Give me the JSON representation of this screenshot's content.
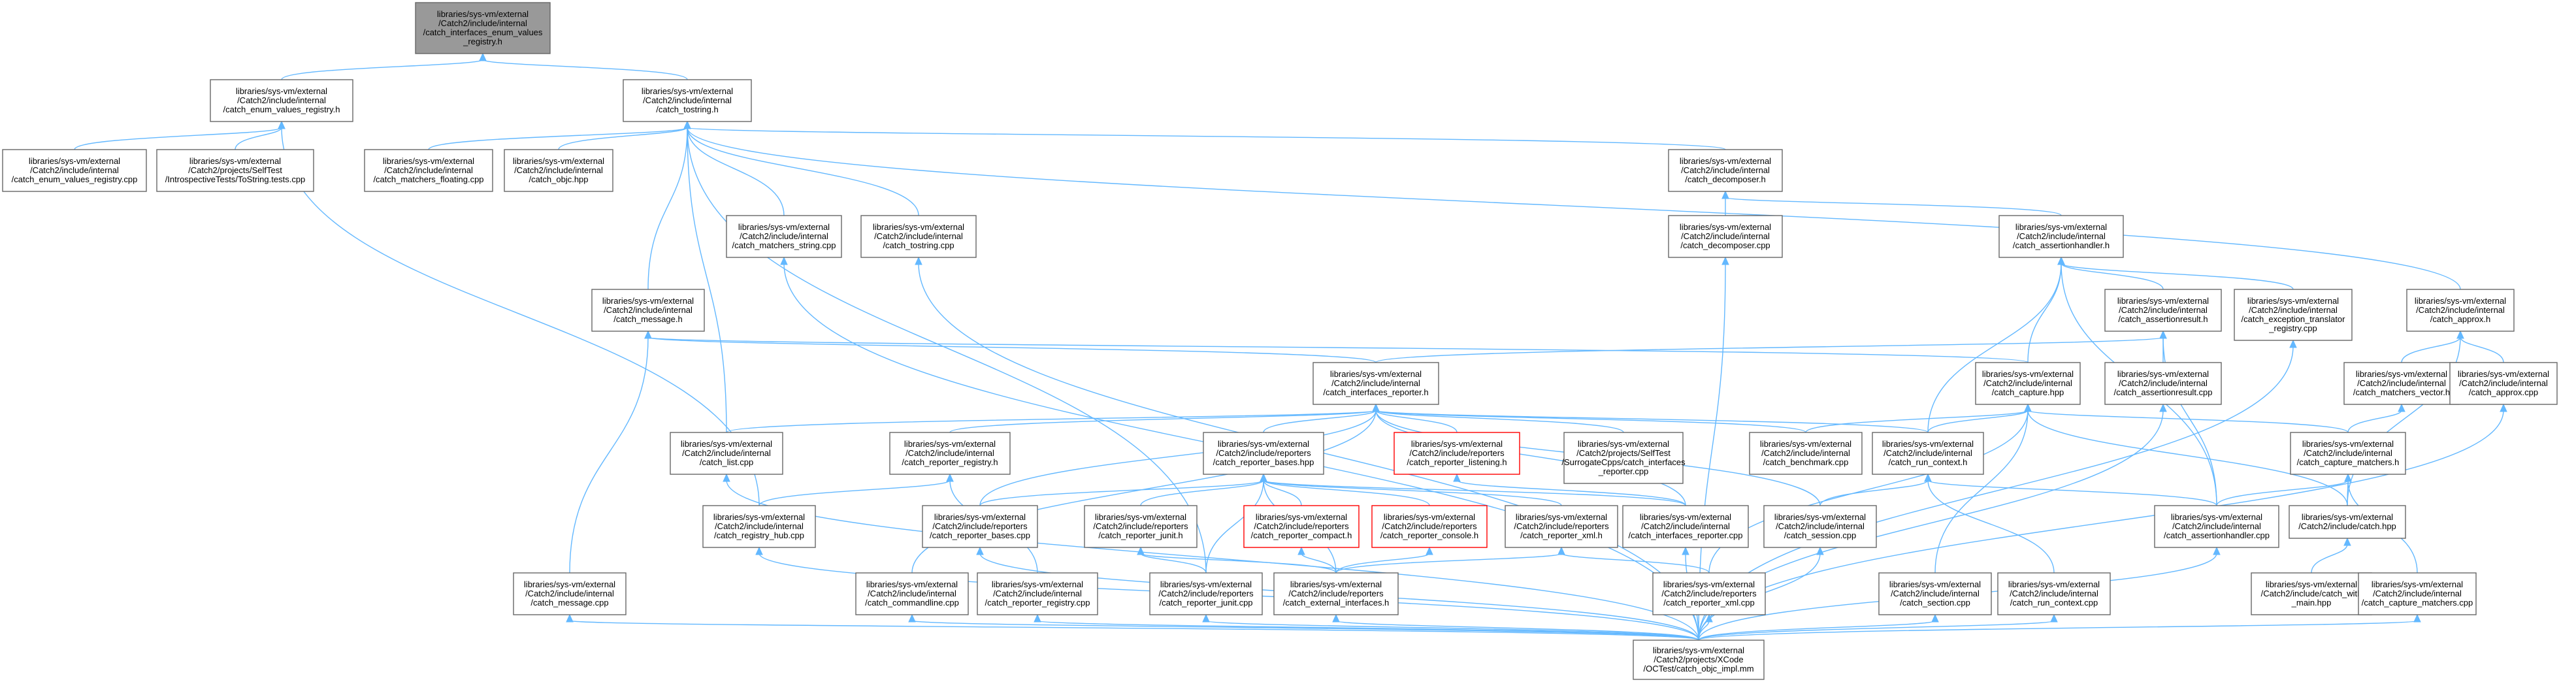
{
  "colors": {
    "edge": "#63b8ff",
    "root_fill": "#999999",
    "red_border": "#ff0000",
    "border": "#666666"
  },
  "nodes": [
    {
      "id": "root",
      "lines": [
        "libraries/sys-vm/external",
        "/Catch2/include/internal",
        "/catch_interfaces_enum_values",
        "_registry.h"
      ],
      "style": "root"
    },
    {
      "id": "evr_h",
      "lines": [
        "libraries/sys-vm/external",
        "/Catch2/include/internal",
        "/catch_enum_values_registry.h"
      ]
    },
    {
      "id": "tostring_h",
      "lines": [
        "libraries/sys-vm/external",
        "/Catch2/include/internal",
        "/catch_tostring.h"
      ]
    },
    {
      "id": "evr_cpp",
      "lines": [
        "libraries/sys-vm/external",
        "/Catch2/include/internal",
        "/catch_enum_values_registry.cpp"
      ]
    },
    {
      "id": "intro_tests",
      "lines": [
        "libraries/sys-vm/external",
        "/Catch2/projects/SelfTest",
        "/IntrospectiveTests/ToString.tests.cpp"
      ]
    },
    {
      "id": "matchers_floating",
      "lines": [
        "libraries/sys-vm/external",
        "/Catch2/include/internal",
        "/catch_matchers_floating.cpp"
      ]
    },
    {
      "id": "objc_hpp",
      "lines": [
        "libraries/sys-vm/external",
        "/Catch2/include/internal",
        "/catch_objc.hpp"
      ]
    },
    {
      "id": "decomposer_h",
      "lines": [
        "libraries/sys-vm/external",
        "/Catch2/include/internal",
        "/catch_decomposer.h"
      ]
    },
    {
      "id": "matchers_string",
      "lines": [
        "libraries/sys-vm/external",
        "/Catch2/include/internal",
        "/catch_matchers_string.cpp"
      ]
    },
    {
      "id": "tostring_cpp",
      "lines": [
        "libraries/sys-vm/external",
        "/Catch2/include/internal",
        "/catch_tostring.cpp"
      ]
    },
    {
      "id": "decomposer_cpp",
      "lines": [
        "libraries/sys-vm/external",
        "/Catch2/include/internal",
        "/catch_decomposer.cpp"
      ]
    },
    {
      "id": "assertionhandler_h",
      "lines": [
        "libraries/sys-vm/external",
        "/Catch2/include/internal",
        "/catch_assertionhandler.h"
      ]
    },
    {
      "id": "message_h",
      "lines": [
        "libraries/sys-vm/external",
        "/Catch2/include/internal",
        "/catch_message.h"
      ]
    },
    {
      "id": "assertionresult_h",
      "lines": [
        "libraries/sys-vm/external",
        "/Catch2/include/internal",
        "/catch_assertionresult.h"
      ]
    },
    {
      "id": "exception_translator",
      "lines": [
        "libraries/sys-vm/external",
        "/Catch2/include/internal",
        "/catch_exception_translator",
        "_registry.cpp"
      ]
    },
    {
      "id": "approx_h",
      "lines": [
        "libraries/sys-vm/external",
        "/Catch2/include/internal",
        "/catch_approx.h"
      ]
    },
    {
      "id": "interfaces_reporter_h",
      "lines": [
        "libraries/sys-vm/external",
        "/Catch2/include/internal",
        "/catch_interfaces_reporter.h"
      ]
    },
    {
      "id": "capture_hpp",
      "lines": [
        "libraries/sys-vm/external",
        "/Catch2/include/internal",
        "/catch_capture.hpp"
      ]
    },
    {
      "id": "assertionresult_cpp",
      "lines": [
        "libraries/sys-vm/external",
        "/Catch2/include/internal",
        "/catch_assertionresult.cpp"
      ]
    },
    {
      "id": "matchers_vector",
      "lines": [
        "libraries/sys-vm/external",
        "/Catch2/include/internal",
        "/catch_matchers_vector.h"
      ]
    },
    {
      "id": "approx_cpp",
      "lines": [
        "libraries/sys-vm/external",
        "/Catch2/include/internal",
        "/catch_approx.cpp"
      ]
    },
    {
      "id": "list_cpp",
      "lines": [
        "libraries/sys-vm/external",
        "/Catch2/include/internal",
        "/catch_list.cpp"
      ]
    },
    {
      "id": "reporter_registry_h",
      "lines": [
        "libraries/sys-vm/external",
        "/Catch2/include/internal",
        "/catch_reporter_registry.h"
      ]
    },
    {
      "id": "reporter_bases_hpp",
      "lines": [
        "libraries/sys-vm/external",
        "/Catch2/include/reporters",
        "/catch_reporter_bases.hpp"
      ]
    },
    {
      "id": "reporter_listening_h",
      "lines": [
        "libraries/sys-vm/external",
        "/Catch2/include/reporters",
        "/catch_reporter_listening.h"
      ],
      "style": "red"
    },
    {
      "id": "surrogate_cpps",
      "lines": [
        "libraries/sys-vm/external",
        "/Catch2/projects/SelfTest",
        "/SurrogateCpps/catch_interfaces",
        "_reporter.cpp"
      ]
    },
    {
      "id": "benchmark_cpp",
      "lines": [
        "libraries/sys-vm/external",
        "/Catch2/include/internal",
        "/catch_benchmark.cpp"
      ]
    },
    {
      "id": "run_context_h",
      "lines": [
        "libraries/sys-vm/external",
        "/Catch2/include/internal",
        "/catch_run_context.h"
      ]
    },
    {
      "id": "capture_matchers_h",
      "lines": [
        "libraries/sys-vm/external",
        "/Catch2/include/internal",
        "/catch_capture_matchers.h"
      ]
    },
    {
      "id": "registry_hub_cpp",
      "lines": [
        "libraries/sys-vm/external",
        "/Catch2/include/internal",
        "/catch_registry_hub.cpp"
      ]
    },
    {
      "id": "reporter_bases_cpp",
      "lines": [
        "libraries/sys-vm/external",
        "/Catch2/include/reporters",
        "/catch_reporter_bases.cpp"
      ]
    },
    {
      "id": "reporter_junit_h",
      "lines": [
        "libraries/sys-vm/external",
        "/Catch2/include/reporters",
        "/catch_reporter_junit.h"
      ]
    },
    {
      "id": "reporter_compact_h",
      "lines": [
        "libraries/sys-vm/external",
        "/Catch2/include/reporters",
        "/catch_reporter_compact.h"
      ],
      "style": "red"
    },
    {
      "id": "reporter_console_h",
      "lines": [
        "libraries/sys-vm/external",
        "/Catch2/include/reporters",
        "/catch_reporter_console.h"
      ],
      "style": "red"
    },
    {
      "id": "reporter_xml_h",
      "lines": [
        "libraries/sys-vm/external",
        "/Catch2/include/reporters",
        "/catch_reporter_xml.h"
      ]
    },
    {
      "id": "interfaces_reporter_cpp",
      "lines": [
        "libraries/sys-vm/external",
        "/Catch2/include/internal",
        "/catch_interfaces_reporter.cpp"
      ]
    },
    {
      "id": "session_cpp",
      "lines": [
        "libraries/sys-vm/external",
        "/Catch2/include/internal",
        "/catch_session.cpp"
      ]
    },
    {
      "id": "assertionhandler_cpp",
      "lines": [
        "libraries/sys-vm/external",
        "/Catch2/include/internal",
        "/catch_assertionhandler.cpp"
      ]
    },
    {
      "id": "catch_hpp",
      "lines": [
        "libraries/sys-vm/external",
        "/Catch2/include/catch.hpp"
      ]
    },
    {
      "id": "message_cpp",
      "lines": [
        "libraries/sys-vm/external",
        "/Catch2/include/internal",
        "/catch_message.cpp"
      ]
    },
    {
      "id": "commandline_cpp",
      "lines": [
        "libraries/sys-vm/external",
        "/Catch2/include/internal",
        "/catch_commandline.cpp"
      ]
    },
    {
      "id": "reporter_registry_cpp",
      "lines": [
        "libraries/sys-vm/external",
        "/Catch2/include/internal",
        "/catch_reporter_registry.cpp"
      ]
    },
    {
      "id": "reporter_junit_cpp",
      "lines": [
        "libraries/sys-vm/external",
        "/Catch2/include/reporters",
        "/catch_reporter_junit.cpp"
      ]
    },
    {
      "id": "external_interfaces_h",
      "lines": [
        "libraries/sys-vm/external",
        "/Catch2/include/reporters",
        "/catch_external_interfaces.h"
      ]
    },
    {
      "id": "reporter_xml_cpp",
      "lines": [
        "libraries/sys-vm/external",
        "/Catch2/include/reporters",
        "/catch_reporter_xml.cpp"
      ]
    },
    {
      "id": "section_cpp",
      "lines": [
        "libraries/sys-vm/external",
        "/Catch2/include/internal",
        "/catch_section.cpp"
      ]
    },
    {
      "id": "run_context_cpp",
      "lines": [
        "libraries/sys-vm/external",
        "/Catch2/include/internal",
        "/catch_run_context.cpp"
      ]
    },
    {
      "id": "catch_with_main",
      "lines": [
        "libraries/sys-vm/external",
        "/Catch2/include/catch_with",
        "_main.hpp"
      ]
    },
    {
      "id": "capture_matchers_cpp",
      "lines": [
        "libraries/sys-vm/external",
        "/Catch2/include/internal",
        "/catch_capture_matchers.cpp"
      ]
    },
    {
      "id": "objc_impl",
      "lines": [
        "libraries/sys-vm/external",
        "/Catch2/projects/XCode",
        "/OCTest/catch_objc_impl.mm"
      ]
    }
  ],
  "edges": [
    [
      "evr_h",
      "root"
    ],
    [
      "tostring_h",
      "root"
    ],
    [
      "evr_cpp",
      "evr_h"
    ],
    [
      "intro_tests",
      "evr_h"
    ],
    [
      "registry_hub_cpp",
      "evr_h"
    ],
    [
      "matchers_floating",
      "tostring_h"
    ],
    [
      "objc_hpp",
      "tostring_h"
    ],
    [
      "matchers_string",
      "tostring_h"
    ],
    [
      "tostring_cpp",
      "tostring_h"
    ],
    [
      "message_h",
      "tostring_h"
    ],
    [
      "list_cpp",
      "tostring_h"
    ],
    [
      "decomposer_h",
      "tostring_h"
    ],
    [
      "approx_h",
      "tostring_h"
    ],
    [
      "reporter_junit_cpp",
      "tostring_h"
    ],
    [
      "decomposer_cpp",
      "decomposer_h"
    ],
    [
      "assertionhandler_h",
      "decomposer_h"
    ],
    [
      "assertionresult_h",
      "assertionhandler_h"
    ],
    [
      "exception_translator",
      "assertionhandler_h"
    ],
    [
      "capture_hpp",
      "assertionhandler_h"
    ],
    [
      "run_context_h",
      "assertionhandler_h"
    ],
    [
      "assertionhandler_cpp",
      "assertionhandler_h"
    ],
    [
      "message_cpp",
      "message_h"
    ],
    [
      "interfaces_reporter_h",
      "message_h"
    ],
    [
      "capture_hpp",
      "message_h"
    ],
    [
      "interfaces_reporter_h",
      "assertionresult_h"
    ],
    [
      "assertionresult_cpp",
      "assertionresult_h"
    ],
    [
      "assertionhandler_cpp",
      "assertionresult_h"
    ],
    [
      "matchers_vector",
      "approx_h"
    ],
    [
      "approx_cpp",
      "approx_h"
    ],
    [
      "catch_hpp",
      "approx_h"
    ],
    [
      "list_cpp",
      "interfaces_reporter_h"
    ],
    [
      "reporter_registry_h",
      "interfaces_reporter_h"
    ],
    [
      "reporter_bases_hpp",
      "interfaces_reporter_h"
    ],
    [
      "reporter_listening_h",
      "interfaces_reporter_h"
    ],
    [
      "surrogate_cpps",
      "interfaces_reporter_h"
    ],
    [
      "benchmark_cpp",
      "interfaces_reporter_h"
    ],
    [
      "run_context_h",
      "interfaces_reporter_h"
    ],
    [
      "commandline_cpp",
      "interfaces_reporter_h"
    ],
    [
      "interfaces_reporter_cpp",
      "interfaces_reporter_h"
    ],
    [
      "reporter_bases_cpp",
      "interfaces_reporter_h"
    ],
    [
      "session_cpp",
      "interfaces_reporter_h"
    ],
    [
      "benchmark_cpp",
      "capture_hpp"
    ],
    [
      "run_context_h",
      "capture_hpp"
    ],
    [
      "capture_matchers_h",
      "capture_hpp"
    ],
    [
      "catch_hpp",
      "capture_hpp"
    ],
    [
      "section_cpp",
      "capture_hpp"
    ],
    [
      "reporter_xml_cpp",
      "capture_hpp"
    ],
    [
      "capture_matchers_h",
      "matchers_vector"
    ],
    [
      "registry_hub_cpp",
      "reporter_registry_h"
    ],
    [
      "reporter_registry_cpp",
      "reporter_registry_h"
    ],
    [
      "reporter_bases_cpp",
      "reporter_bases_hpp"
    ],
    [
      "reporter_junit_h",
      "reporter_bases_hpp"
    ],
    [
      "reporter_compact_h",
      "reporter_bases_hpp"
    ],
    [
      "reporter_console_h",
      "reporter_bases_hpp"
    ],
    [
      "reporter_xml_h",
      "reporter_bases_hpp"
    ],
    [
      "external_interfaces_h",
      "reporter_bases_hpp"
    ],
    [
      "reporter_junit_cpp",
      "reporter_bases_hpp"
    ],
    [
      "interfaces_reporter_cpp",
      "reporter_bases_hpp"
    ],
    [
      "interfaces_reporter_cpp",
      "reporter_listening_h"
    ],
    [
      "session_cpp",
      "run_context_h"
    ],
    [
      "run_context_cpp",
      "run_context_h"
    ],
    [
      "assertionhandler_cpp",
      "run_context_h"
    ],
    [
      "assertionhandler_cpp",
      "capture_matchers_h"
    ],
    [
      "catch_hpp",
      "capture_matchers_h"
    ],
    [
      "capture_matchers_cpp",
      "capture_matchers_h"
    ],
    [
      "reporter_junit_cpp",
      "reporter_junit_h"
    ],
    [
      "external_interfaces_h",
      "reporter_junit_h"
    ],
    [
      "external_interfaces_h",
      "reporter_compact_h"
    ],
    [
      "external_interfaces_h",
      "reporter_console_h"
    ],
    [
      "external_interfaces_h",
      "reporter_xml_h"
    ],
    [
      "reporter_xml_cpp",
      "reporter_xml_h"
    ],
    [
      "catch_with_main",
      "catch_hpp"
    ],
    [
      "objc_impl",
      "tostring_cpp"
    ],
    [
      "objc_impl",
      "decomposer_cpp"
    ],
    [
      "objc_impl",
      "list_cpp"
    ],
    [
      "objc_impl",
      "registry_hub_cpp"
    ],
    [
      "objc_impl",
      "message_cpp"
    ],
    [
      "objc_impl",
      "commandline_cpp"
    ],
    [
      "objc_impl",
      "reporter_registry_cpp"
    ],
    [
      "objc_impl",
      "reporter_junit_cpp"
    ],
    [
      "objc_impl",
      "external_interfaces_h"
    ],
    [
      "objc_impl",
      "reporter_xml_cpp"
    ],
    [
      "objc_impl",
      "interfaces_reporter_cpp"
    ],
    [
      "objc_impl",
      "session_cpp"
    ],
    [
      "objc_impl",
      "section_cpp"
    ],
    [
      "objc_impl",
      "run_context_cpp"
    ],
    [
      "objc_impl",
      "assertionhandler_cpp"
    ],
    [
      "objc_impl",
      "capture_matchers_cpp"
    ],
    [
      "objc_impl",
      "assertionresult_cpp"
    ],
    [
      "objc_impl",
      "exception_translator"
    ],
    [
      "objc_impl",
      "approx_cpp"
    ],
    [
      "objc_impl",
      "reporter_bases_cpp"
    ],
    [
      "objc_impl",
      "matchers_string"
    ]
  ]
}
